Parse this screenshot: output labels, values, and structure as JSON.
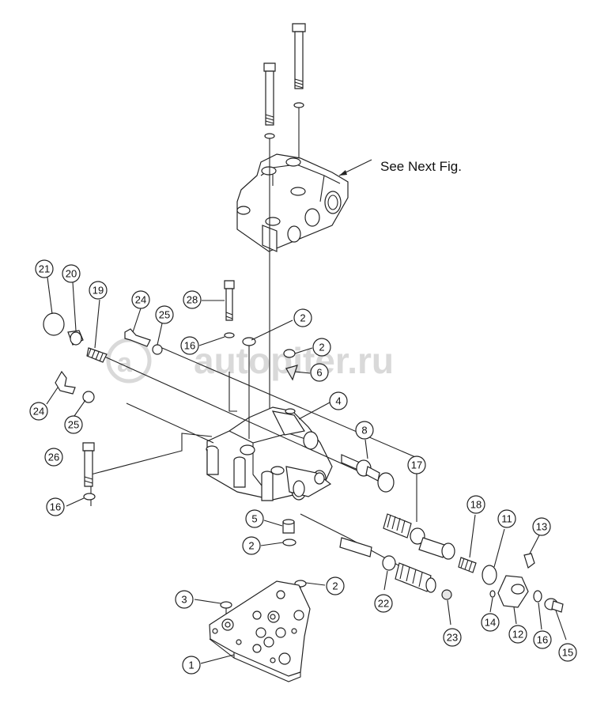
{
  "note": "See Next Fig.",
  "watermark": "autopiter.ru",
  "callouts": [
    "21",
    "20",
    "19",
    "24",
    "25",
    "28",
    "16",
    "2",
    "2",
    "6",
    "4",
    "8",
    "24",
    "25",
    "26",
    "16",
    "17",
    "18",
    "11",
    "13",
    "5",
    "2",
    "3",
    "2",
    "22",
    "23",
    "14",
    "12",
    "16",
    "15",
    "1"
  ],
  "colors": {
    "line": "#222222",
    "watermark": "#d9d9d9",
    "background": "#ffffff"
  }
}
